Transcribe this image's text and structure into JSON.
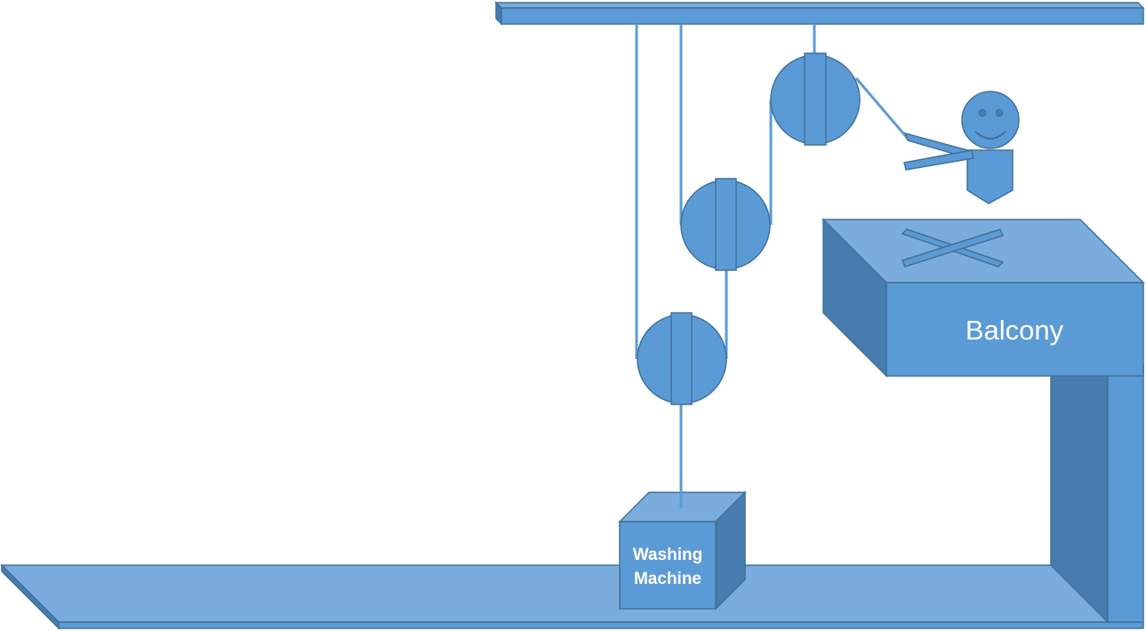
{
  "labels": {
    "balcony": "Balcony",
    "machine_line1": "Washing",
    "machine_line2": "Machine"
  },
  "colors": {
    "front": "#5b9bd5",
    "top": "#7aacdd",
    "side": "#477cae",
    "stroke": "#41719c",
    "rope": "#5b9bd5",
    "text": "#ffffff"
  }
}
